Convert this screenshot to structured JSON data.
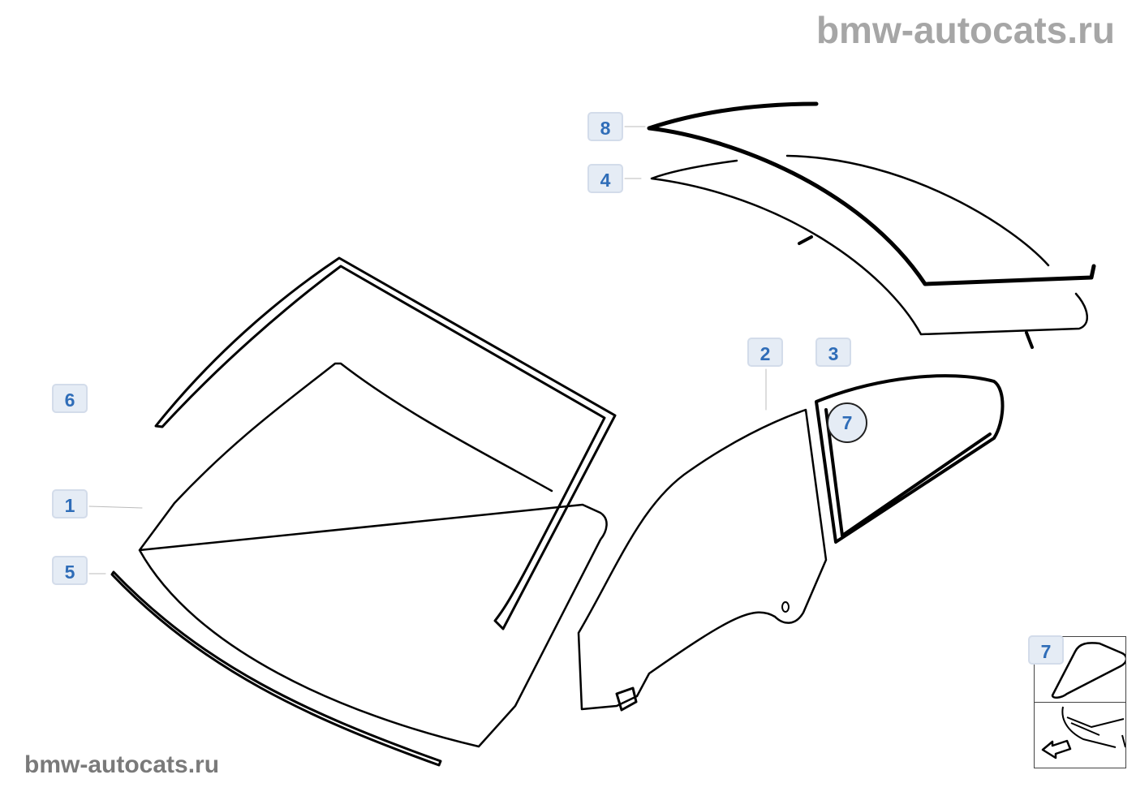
{
  "watermark_top": "bmw-autocats.ru",
  "watermark_bottom": "bmw-autocats.ru",
  "callouts": {
    "p1": "1",
    "p2": "2",
    "p3": "3",
    "p4": "4",
    "p5": "5",
    "p6": "6",
    "p7": "7",
    "p8": "8",
    "p7_thumb": "7"
  },
  "colors": {
    "callout_text": "#2f6db8",
    "callout_bg": "#e5ecf5"
  }
}
